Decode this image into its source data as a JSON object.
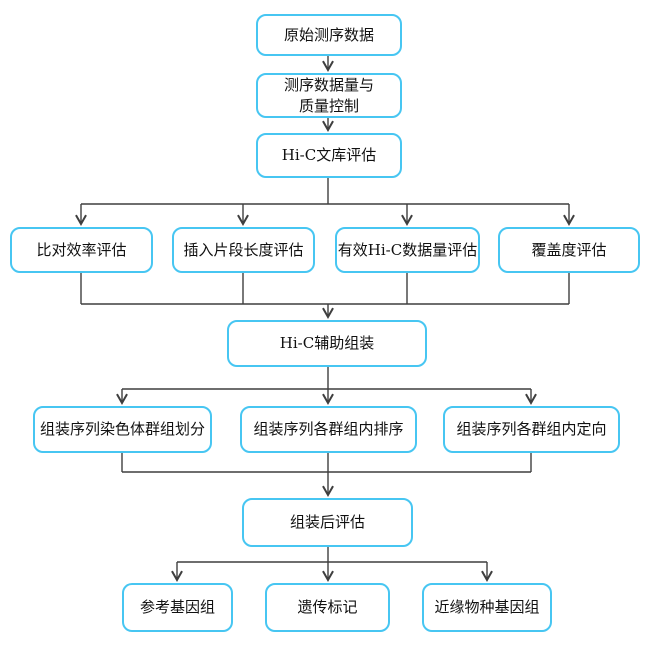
{
  "diagram": {
    "type": "flowchart",
    "nodes": [
      {
        "id": "raw-sequencing-data",
        "label": "原始测序数据"
      },
      {
        "id": "data-volume-quality-control",
        "label": "测序数据量与质量控制",
        "lines": [
          "测序数据量与",
          "质量控制"
        ]
      },
      {
        "id": "hic-library-evaluation",
        "label": "Hi-C文库评估"
      },
      {
        "id": "alignment-efficiency-eval",
        "label": "比对效率评估"
      },
      {
        "id": "insert-size-eval",
        "label": "插入片段长度评估"
      },
      {
        "id": "valid-hic-data-eval",
        "label": "有效Hi-C数据量评估"
      },
      {
        "id": "coverage-eval",
        "label": "覆盖度评估"
      },
      {
        "id": "hic-assisted-assembly",
        "label": "Hi-C辅助组装"
      },
      {
        "id": "chromosome-grouping",
        "label": "组装序列染色体群组划分"
      },
      {
        "id": "intra-group-ordering",
        "label": "组装序列各群组内排序"
      },
      {
        "id": "intra-group-orientation",
        "label": "组装序列各群组内定向"
      },
      {
        "id": "post-assembly-evaluation",
        "label": "组装后评估"
      },
      {
        "id": "reference-genome",
        "label": "参考基因组"
      },
      {
        "id": "genetic-markers",
        "label": "遗传标记"
      },
      {
        "id": "related-species-genome",
        "label": "近缘物种基因组"
      }
    ],
    "edges": [
      {
        "from": "raw-sequencing-data",
        "to": "data-volume-quality-control"
      },
      {
        "from": "data-volume-quality-control",
        "to": "hic-library-evaluation"
      },
      {
        "from": "hic-library-evaluation",
        "to": "alignment-efficiency-eval"
      },
      {
        "from": "hic-library-evaluation",
        "to": "insert-size-eval"
      },
      {
        "from": "hic-library-evaluation",
        "to": "valid-hic-data-eval"
      },
      {
        "from": "hic-library-evaluation",
        "to": "coverage-eval"
      },
      {
        "from": "alignment-efficiency-eval",
        "to": "hic-assisted-assembly"
      },
      {
        "from": "insert-size-eval",
        "to": "hic-assisted-assembly"
      },
      {
        "from": "valid-hic-data-eval",
        "to": "hic-assisted-assembly"
      },
      {
        "from": "coverage-eval",
        "to": "hic-assisted-assembly"
      },
      {
        "from": "hic-assisted-assembly",
        "to": "chromosome-grouping"
      },
      {
        "from": "hic-assisted-assembly",
        "to": "intra-group-ordering"
      },
      {
        "from": "hic-assisted-assembly",
        "to": "intra-group-orientation"
      },
      {
        "from": "chromosome-grouping",
        "to": "post-assembly-evaluation"
      },
      {
        "from": "intra-group-ordering",
        "to": "post-assembly-evaluation"
      },
      {
        "from": "intra-group-orientation",
        "to": "post-assembly-evaluation"
      },
      {
        "from": "post-assembly-evaluation",
        "to": "reference-genome"
      },
      {
        "from": "post-assembly-evaluation",
        "to": "genetic-markers"
      },
      {
        "from": "post-assembly-evaluation",
        "to": "related-species-genome"
      }
    ]
  },
  "colors": {
    "box_border": "#47c6f2",
    "box_background": "#ffffff",
    "connector": "#3f3f3f",
    "text": "#111111",
    "page_background": "#ffffff"
  }
}
